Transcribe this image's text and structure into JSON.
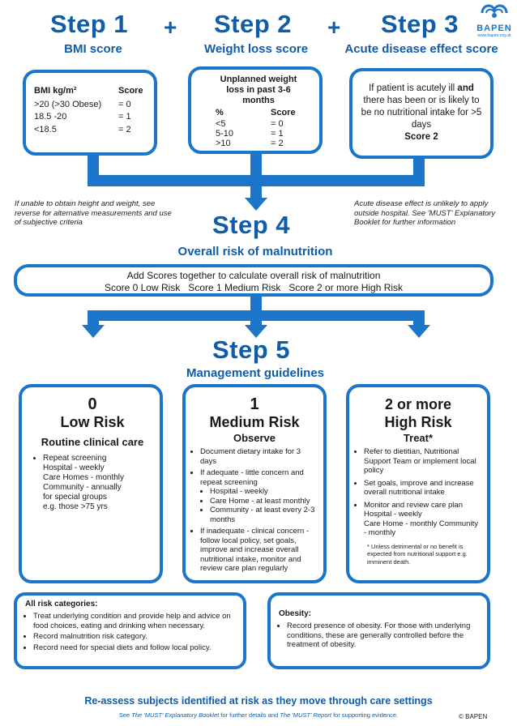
{
  "header": {
    "step1_title": "Step 1",
    "step1_sub": "BMI score",
    "step2_title": "Step 2",
    "step2_sub": "Weight loss score",
    "step3_title": "Step 3",
    "step3_sub": "Acute disease effect score",
    "plus": "+",
    "logo_name": "BAPEN",
    "logo_url": "www.bapen.org.uk"
  },
  "bmi": {
    "col1": "BMI kg/m²",
    "col2": "Score",
    "rows": [
      {
        "range": ">20 (>30 Obese)",
        "score": "= 0"
      },
      {
        "range": "18.5 -20",
        "score": "= 1"
      },
      {
        "range": "<18.5",
        "score": "= 2"
      }
    ],
    "note": "If unable to obtain height and weight, see reverse for alternative measurements and use of subjective criteria"
  },
  "weight": {
    "heading": "Unplanned weight loss in past 3-6 months",
    "col1": "%",
    "col2": "Score",
    "rows": [
      {
        "range": "<5",
        "score": "= 0"
      },
      {
        "range": "5-10",
        "score": "= 1"
      },
      {
        "range": ">10",
        "score": "= 2"
      }
    ]
  },
  "acute": {
    "text_before": "If patient is acutely ill ",
    "text_bold": "and",
    "text_after": " there has been or is likely to be no nutritional intake for >5 days",
    "score": "Score 2",
    "note": "Acute disease effect is unlikely to apply outside hospital. See 'MUST' Explanatory Booklet for further information"
  },
  "step4": {
    "title": "Step 4",
    "sub": "Overall risk of malnutrition",
    "line1": "Add Scores together to calculate overall risk of malnutrition",
    "line2": "Score 0 Low Risk   Score 1 Medium Risk   Score 2 or more High Risk"
  },
  "step5": {
    "title": "Step 5",
    "sub": "Management guidelines"
  },
  "low": {
    "num": "0",
    "title": "Low Risk",
    "sub": "Routine clinical care",
    "bullet": "Repeat screening",
    "lines": [
      "Hospital - weekly",
      "Care Homes - monthly",
      "Community - annually",
      "for special groups",
      "e.g. those >75 yrs"
    ]
  },
  "medium": {
    "num": "1",
    "title": "Medium Risk",
    "sub": "Observe",
    "b1": "Document dietary intake for 3 days",
    "b2": "If adequate - little concern and repeat screening",
    "sub_items": [
      "Hospital - weekly",
      "Care Home - at least monthly",
      "Community - at least every 2-3 months"
    ],
    "b3": "If inadequate - clinical concern - follow local policy, set goals, improve and increase overall nutritional intake, monitor and review care plan regularly"
  },
  "high": {
    "num": "2 or more",
    "title": "High Risk",
    "sub": "Treat*",
    "b1": "Refer to dietitian, Nutritional Support Team or implement local policy",
    "b2": "Set goals, improve and increase overall nutritional intake",
    "b3": "Monitor and review care plan",
    "lines": [
      "Hospital - weekly",
      "Care Home - monthly Community - monthly"
    ],
    "footnote": "* Unless detrimental or no benefit is expected from nutritional support e.g. imminent death."
  },
  "all": {
    "heading": "All risk categories:",
    "items": [
      "Treat underlying condition and provide help and advice on food choices, eating and drinking when necessary.",
      "Record malnutrition risk category.",
      "Record need for special diets and follow local policy."
    ]
  },
  "obesity": {
    "heading": "Obesity:",
    "item": "Record presence of obesity. For those with underlying conditions, these are generally controlled before the treatment of obesity."
  },
  "footer": {
    "reassess": "Re-assess subjects identified at risk as they move through care settings",
    "see_prefix": "See ",
    "see_booklet": "The 'MUST' Explanatory Booklet",
    "see_mid": " for further details and ",
    "see_report": "The 'MUST' Report",
    "see_suffix": " for supporting evidence.",
    "copyright": "© BAPEN"
  },
  "colors": {
    "accent": "#1b75c9",
    "text_blue": "#0f5ca8"
  }
}
